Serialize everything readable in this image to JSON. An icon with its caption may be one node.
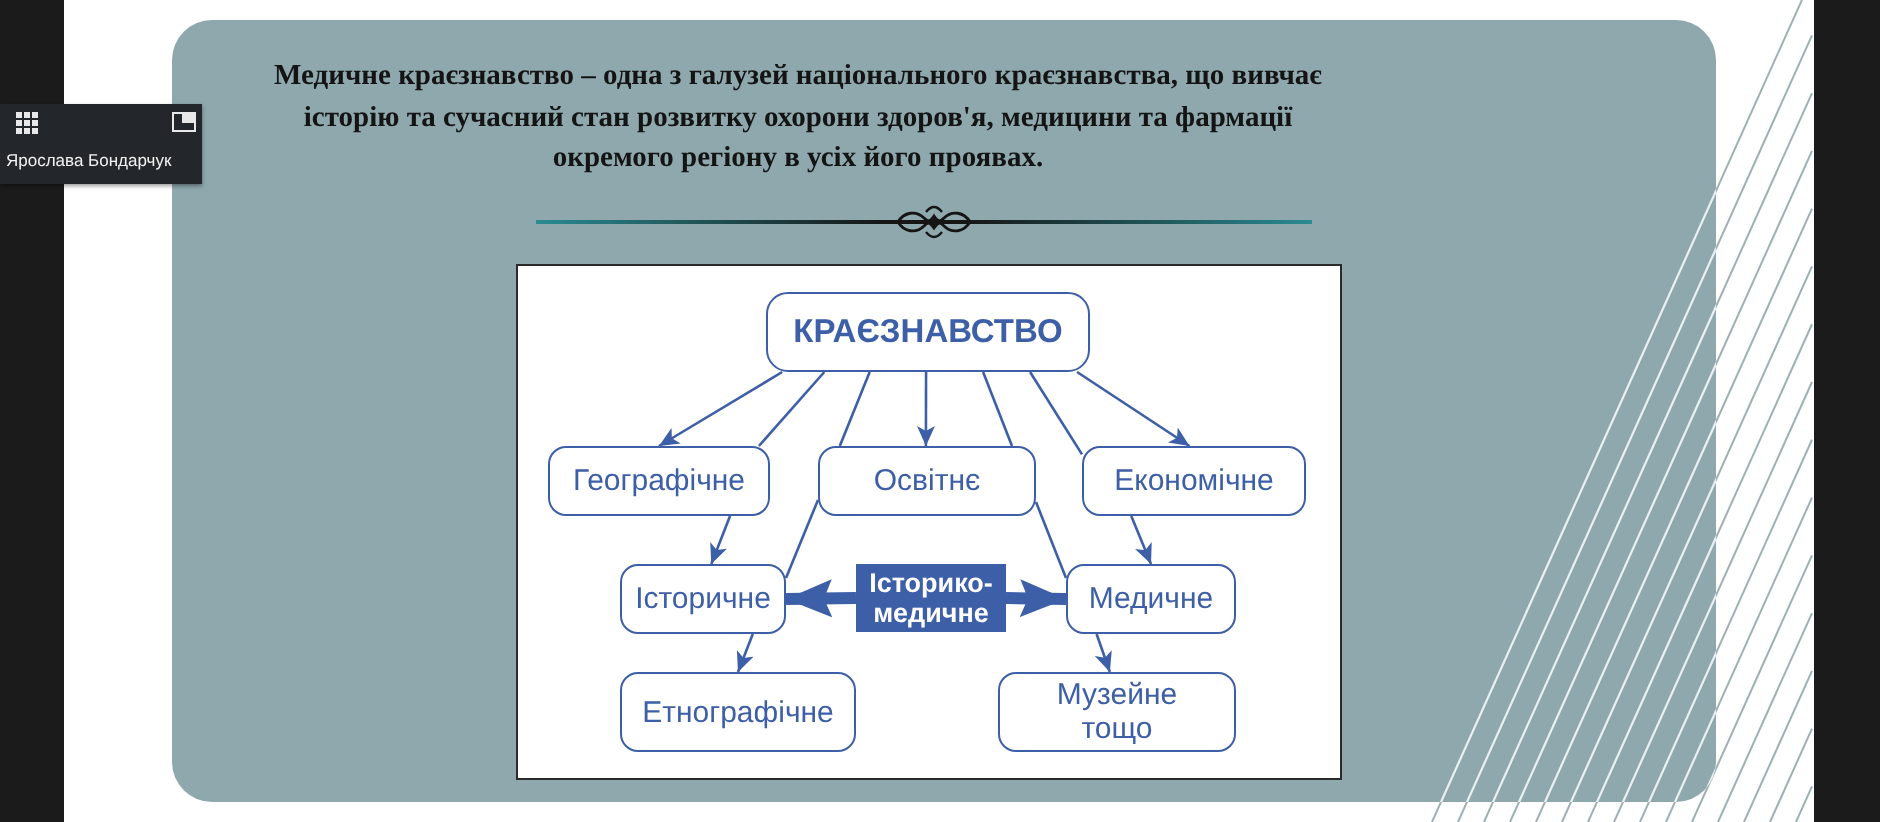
{
  "diagram": {
    "title": "Медичне краєзнавство – одна з галузей національного краєзнавства, що вивчає історію та сучасний стан розвитку охорони здоров'я, медицини та фармації окремого регіону в усіх його проявах.",
    "nodes": [
      {
        "text": [
          "КРАЄЗНАВСТВО"
        ]
      },
      {
        "text": [
          "Географічне"
        ]
      },
      {
        "text": [
          "Освітнє"
        ]
      },
      {
        "text": [
          "Економічне"
        ]
      },
      {
        "text": [
          "Історичне"
        ]
      },
      {
        "text": [
          "Історико-медичне"
        ]
      },
      {
        "text": [
          "Медичне"
        ]
      },
      {
        "text": [
          "Етнографічне"
        ]
      },
      {
        "text": [
          "Музейне тощо"
        ]
      }
    ],
    "edges": [
      {
        "from": 0,
        "to": 1,
        "arrow": "to"
      },
      {
        "from": 0,
        "to": 1,
        "arrow": "none"
      },
      {
        "from": 0,
        "to": 2,
        "arrow": "none"
      },
      {
        "from": 0,
        "to": 2,
        "arrow": "to"
      },
      {
        "from": 0,
        "to": 2,
        "arrow": "none"
      },
      {
        "from": 0,
        "to": 3,
        "arrow": "none"
      },
      {
        "from": 0,
        "to": 3,
        "arrow": "to"
      },
      {
        "from": 1,
        "to": 4,
        "arrow": "to"
      },
      {
        "from": 2,
        "to": 4,
        "arrow": "none"
      },
      {
        "from": 2,
        "to": 6,
        "arrow": "none"
      },
      {
        "from": 3,
        "to": 6,
        "arrow": "to"
      },
      {
        "from": 4,
        "to": 7,
        "arrow": "to"
      },
      {
        "from": 6,
        "to": 8,
        "arrow": "to"
      },
      {
        "from": 5,
        "to": 4,
        "arrow": "to",
        "style": "thick"
      },
      {
        "from": 5,
        "to": 6,
        "arrow": "to",
        "style": "thick"
      }
    ],
    "labels": [
      "Ярослава Бондарчук"
    ]
  }
}
